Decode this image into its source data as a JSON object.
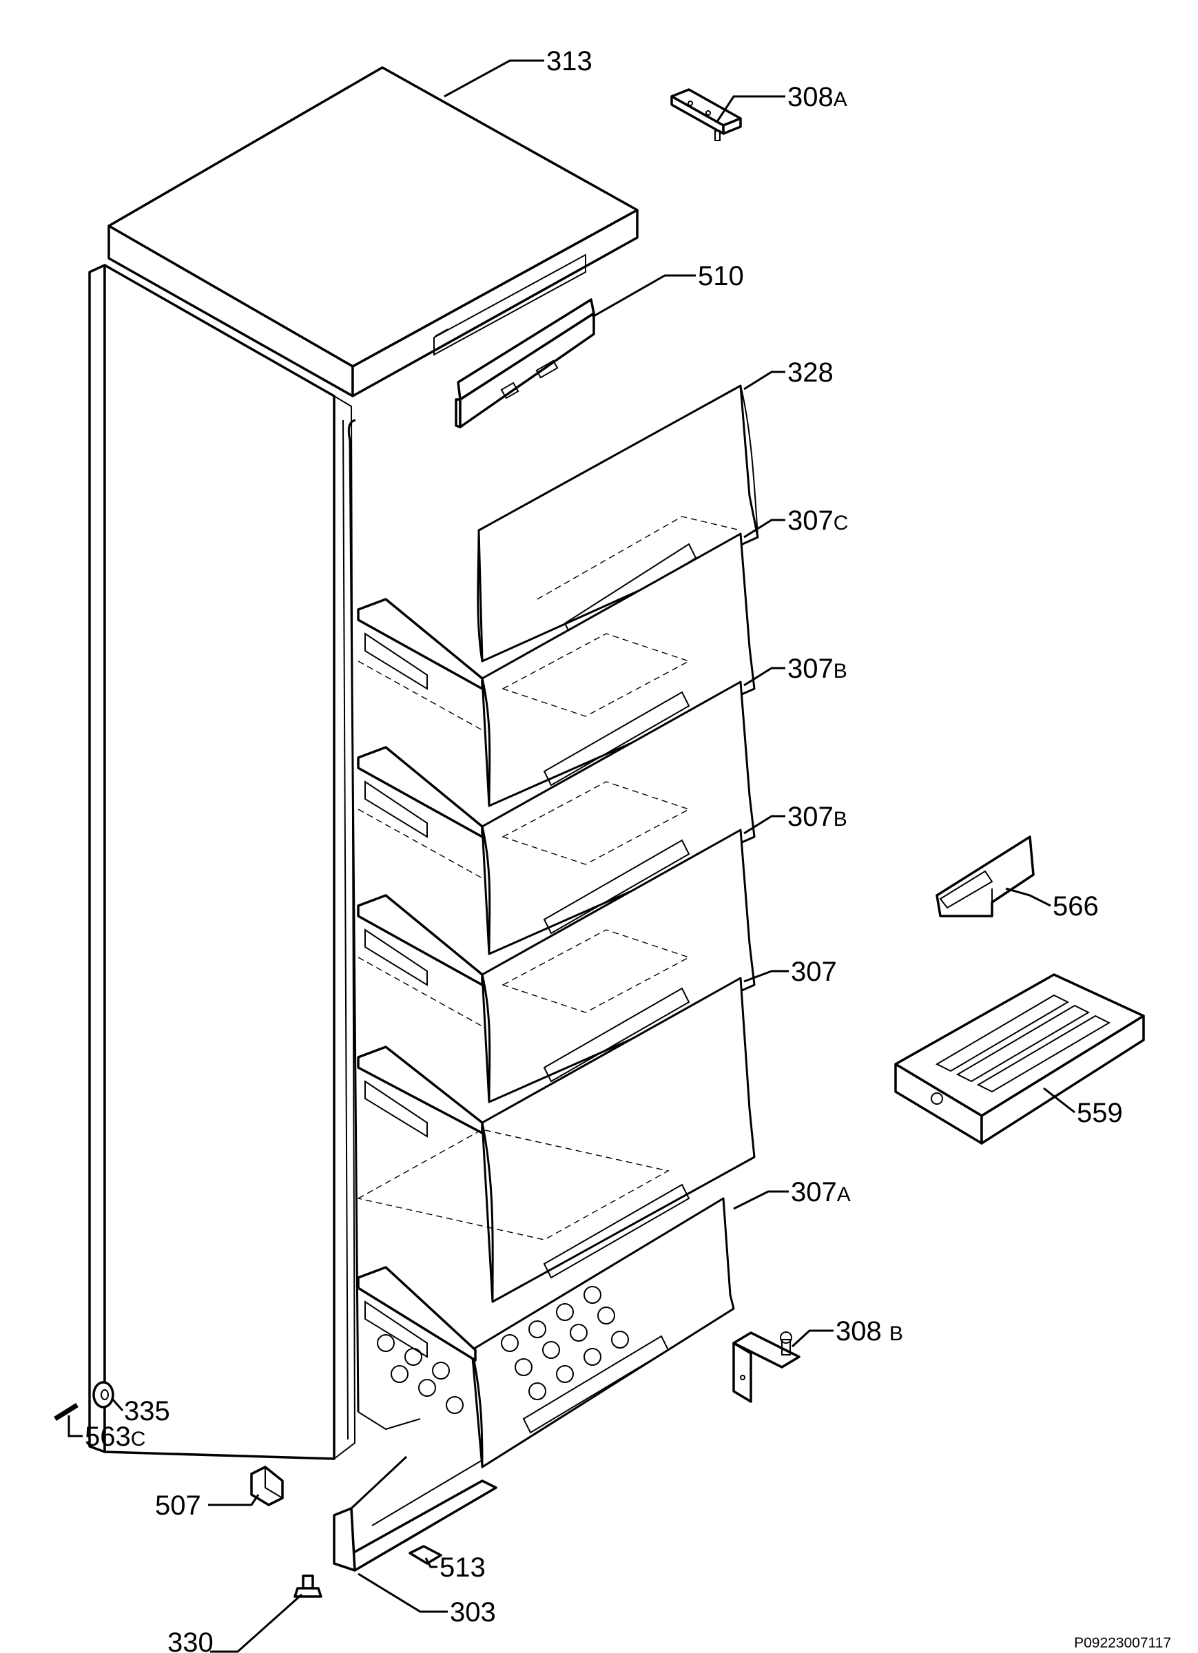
{
  "diagram": {
    "code": "P09223007117",
    "labels": [
      {
        "id": "313",
        "num": "313",
        "suffix": ""
      },
      {
        "id": "308a",
        "num": "308",
        "suffix": "A"
      },
      {
        "id": "510",
        "num": "510",
        "suffix": ""
      },
      {
        "id": "328",
        "num": "328",
        "suffix": ""
      },
      {
        "id": "307c",
        "num": "307",
        "suffix": "C"
      },
      {
        "id": "307b1",
        "num": "307",
        "suffix": "B"
      },
      {
        "id": "307b2",
        "num": "307",
        "suffix": "B"
      },
      {
        "id": "566",
        "num": "566",
        "suffix": ""
      },
      {
        "id": "307",
        "num": "307",
        "suffix": ""
      },
      {
        "id": "559",
        "num": "559",
        "suffix": ""
      },
      {
        "id": "307a",
        "num": "307",
        "suffix": "A"
      },
      {
        "id": "308b",
        "num": "308 ",
        "suffix": "B"
      },
      {
        "id": "335",
        "num": "335",
        "suffix": ""
      },
      {
        "id": "563c",
        "num": "563",
        "suffix": "C"
      },
      {
        "id": "507",
        "num": "507",
        "suffix": ""
      },
      {
        "id": "513",
        "num": "513",
        "suffix": ""
      },
      {
        "id": "303",
        "num": "303",
        "suffix": ""
      },
      {
        "id": "330",
        "num": "330",
        "suffix": ""
      }
    ]
  }
}
